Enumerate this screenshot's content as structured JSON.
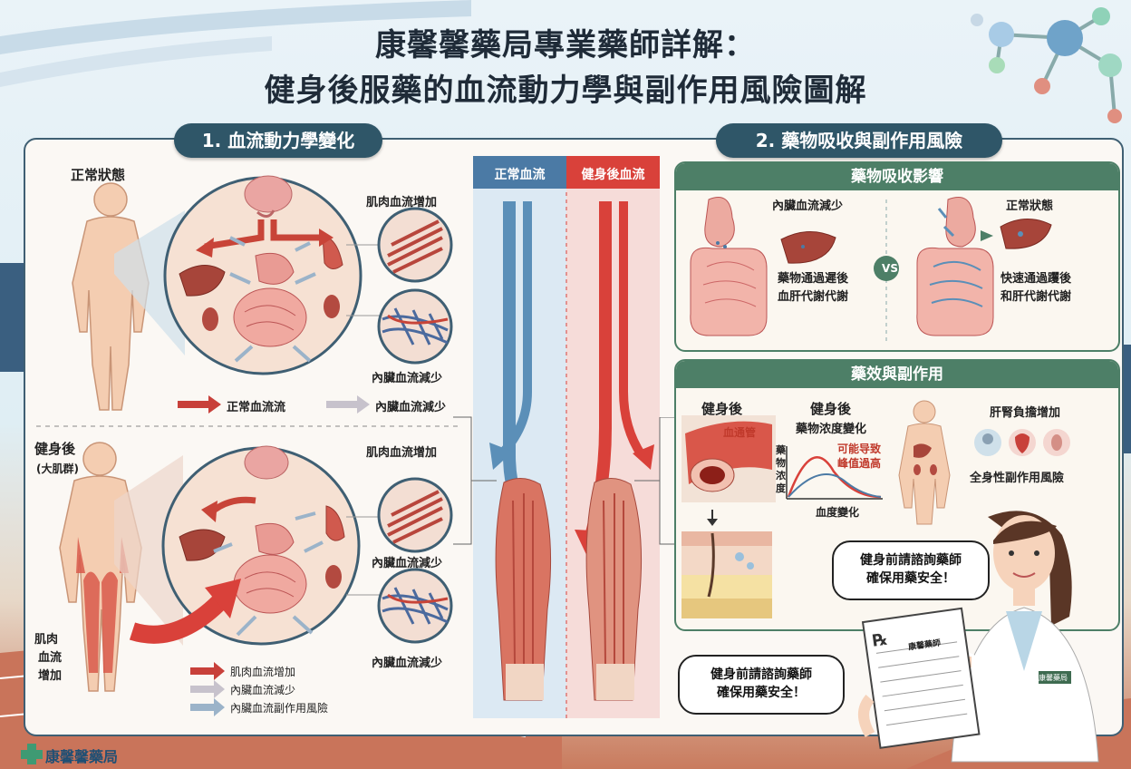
{
  "header": {
    "title_line1": "康馨馨藥局專業藥師詳解：",
    "title_line2": "健身後服藥的血流動力學與副作用風險圖解"
  },
  "section1": {
    "heading": "1. 血流動力學變化",
    "normal_state": "正常狀態",
    "muscle_flow_up_top": "肌肉血流增加",
    "organ_flow_down_top": "內臟血流減少",
    "legend_normal": "正常血流流",
    "legend_organ_down": "內臟血流減少",
    "after_workout": "健身後",
    "big_muscle": "(大肌群)",
    "muscle_flow_up_bottom": "肌肉血流增加",
    "organ_flow_down_mid": "內臟血流減少",
    "organ_flow_down_bottom": "內臟血流減少",
    "muscle_label_1": "肌肉",
    "muscle_label_2": "血流",
    "muscle_label_3": "增加",
    "legend_b1": "肌肉血流增加",
    "legend_b2": "內臟血流減少",
    "legend_b3": "內臟血流副作用風險"
  },
  "center": {
    "normal_flow": "正常血流",
    "post_flow": "健身後血流"
  },
  "section2": {
    "heading": "2. 藥物吸收與副作用風險",
    "absorb_heading": "藥物吸收影響",
    "organ_down": "內臟血流減少",
    "slow_1": "藥物通過遲後",
    "slow_2": "血肝代謝代謝",
    "vs": "VS",
    "normal_state": "正常狀態",
    "fast_1": "快速通過躩後",
    "fast_2": "和肝代謝代謝",
    "effect_heading": "藥效與副作用",
    "after_a": "健身後",
    "vessel": "血通管",
    "after_b": "健身後",
    "conc_change": "藥物浓度變化",
    "y_axis": "藥物浓度",
    "peak_1": "可能导致",
    "peak_2": "峰值過高",
    "x_axis": "血度變化",
    "liver_kidney": "肝腎負擔增加",
    "systemic": "全身性副作用風險"
  },
  "pharmacist": {
    "bubble1_l1": "健身前請諮詢藥師",
    "bubble1_l2": "確保用藥安全！",
    "bubble2_l1": "健身前請諮詢藥師",
    "bubble2_l2": "確保用藥安全！",
    "rx_title": "康馨藥師",
    "badge": "康馨藥局"
  },
  "footer": {
    "brand": "康馨馨藥局"
  },
  "colors": {
    "red": "#d9413a",
    "blue": "#5b8fb8",
    "navy": "#2f5668",
    "green": "#4d7f67"
  }
}
